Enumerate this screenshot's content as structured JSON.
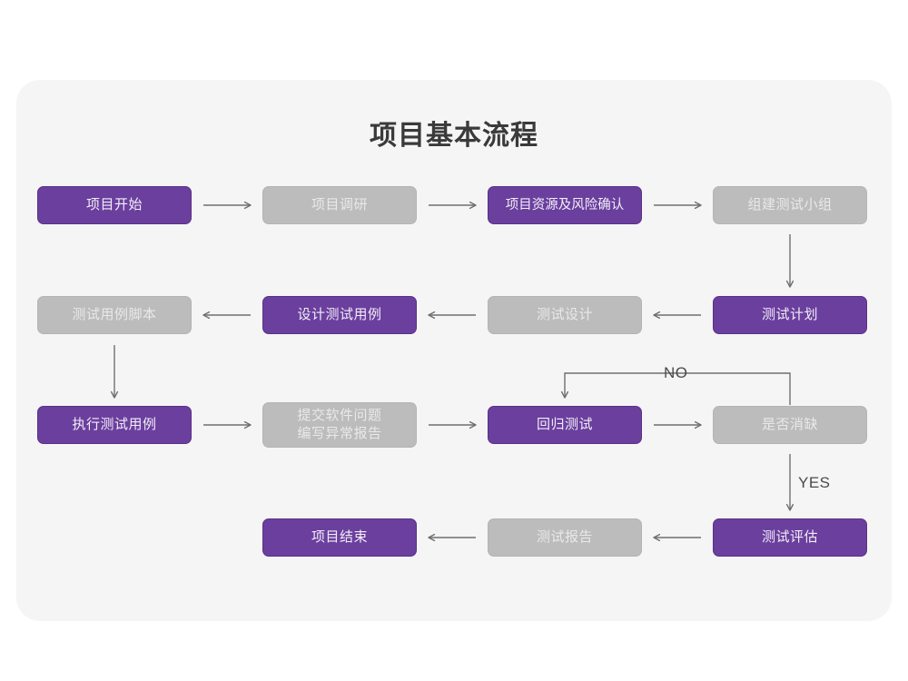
{
  "page": {
    "background": "#ffffff",
    "card_background": "#f5f5f5",
    "title": "项目基本流程"
  },
  "colors": {
    "purple_fill": "#6b3f9e",
    "purple_border": "#5a3187",
    "purple_text": "#f2eef7",
    "gray_fill": "#bcbcbc",
    "gray_border": "#b4b4b4",
    "gray_text": "#e9e9e9",
    "connector": "#6f6f6f",
    "title_text": "#3a3a3a"
  },
  "nodes": [
    {
      "id": "n1",
      "label": "项目开始",
      "style": "purple",
      "row": 1,
      "col": 1
    },
    {
      "id": "n2",
      "label": "项目调研",
      "style": "gray",
      "row": 1,
      "col": 2
    },
    {
      "id": "n3",
      "label": "项目资源及风险确认",
      "style": "purple",
      "row": 1,
      "col": 3
    },
    {
      "id": "n4",
      "label": "组建测试小组",
      "style": "gray",
      "row": 1,
      "col": 4
    },
    {
      "id": "n5",
      "label": "测试用例脚本",
      "style": "gray",
      "row": 2,
      "col": 1
    },
    {
      "id": "n6",
      "label": "设计测试用例",
      "style": "purple",
      "row": 2,
      "col": 2
    },
    {
      "id": "n7",
      "label": "测试设计",
      "style": "gray",
      "row": 2,
      "col": 3
    },
    {
      "id": "n8",
      "label": "测试计划",
      "style": "purple",
      "row": 2,
      "col": 4
    },
    {
      "id": "n9",
      "label": "执行测试用例",
      "style": "purple",
      "row": 3,
      "col": 1
    },
    {
      "id": "n10",
      "label": "提交软件问题\n编写异常报告",
      "style": "gray",
      "row": 3,
      "col": 2
    },
    {
      "id": "n11",
      "label": "回归测试",
      "style": "purple",
      "row": 3,
      "col": 3
    },
    {
      "id": "n12",
      "label": "是否消缺",
      "style": "gray",
      "row": 3,
      "col": 4
    },
    {
      "id": "n13",
      "label": "项目结束",
      "style": "purple",
      "row": 4,
      "col": 2
    },
    {
      "id": "n14",
      "label": "测试报告",
      "style": "gray",
      "row": 4,
      "col": 3
    },
    {
      "id": "n15",
      "label": "测试评估",
      "style": "purple",
      "row": 4,
      "col": 4
    }
  ],
  "edge_labels": {
    "no": "NO",
    "yes": "YES"
  }
}
